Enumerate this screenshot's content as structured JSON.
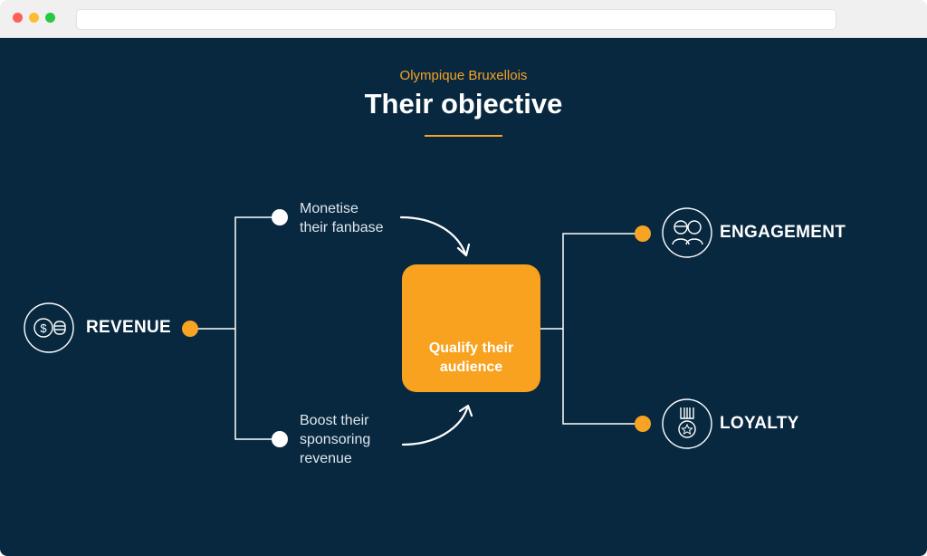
{
  "header": {
    "subtitle": "Olympique Bruxellois",
    "title": "Their objective"
  },
  "nodes": {
    "revenue": {
      "label": "REVENUE",
      "icon": "coins-icon"
    },
    "monetise": {
      "label": "Monetise\ntheir fanbase"
    },
    "boost": {
      "label": "Boost their\nsponsoring\nrevenue"
    },
    "center": {
      "label": "Qualify their\naudience",
      "icon": "target-icon"
    },
    "engagement": {
      "label": "ENGAGEMENT",
      "icon": "fans-icon"
    },
    "loyalty": {
      "label": "LOYALTY",
      "icon": "medal-icon"
    }
  },
  "colors": {
    "background": "#082840",
    "accent": "#f7a324",
    "text": "#ffffff"
  }
}
